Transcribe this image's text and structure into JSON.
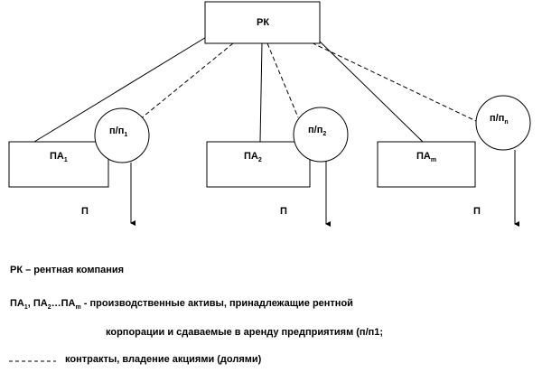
{
  "nodes": {
    "top": {
      "label": "РК"
    },
    "assets": [
      {
        "base": "ПА",
        "sub": "1"
      },
      {
        "base": "ПА",
        "sub": "2"
      },
      {
        "base": "ПА",
        "sub": "m"
      }
    ],
    "enterprises": [
      {
        "base": "п/п",
        "sub": "1"
      },
      {
        "base": "п/п",
        "sub": "2"
      },
      {
        "base": "п/п",
        "sub": "n"
      }
    ],
    "outputs": [
      {
        "label": "П"
      },
      {
        "label": "П"
      },
      {
        "label": "П"
      }
    ]
  },
  "legend": {
    "rk_definition": "РК – рентная компания",
    "assets_prefix": "ПА",
    "assets_sub1": "1",
    "assets_sep1": ", ПА",
    "assets_sub2": "2",
    "assets_sep2": "…ПА",
    "assets_subm": "m",
    "assets_definition_1": " - производственные активы, принадлежащие рентной",
    "assets_definition_2": "корпорации и сдаваемые в аренду предприятиям (п/п1;",
    "dashed_definition": "контракты, владение акциями (долями)"
  }
}
